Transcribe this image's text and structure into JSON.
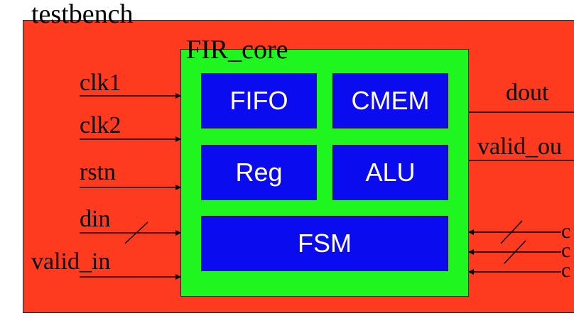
{
  "testbench": {
    "label": "testbench",
    "color": "#ff3b1f"
  },
  "core": {
    "label": "FIR_core",
    "color": "#1ff51f"
  },
  "blocks": {
    "fifo": "FIFO",
    "cmem": "CMEM",
    "reg": "Reg",
    "alu": "ALU",
    "fsm": "FSM",
    "color": "#0b0bf0"
  },
  "inputs": {
    "clk1": "clk1",
    "clk2": "clk2",
    "rstn": "rstn",
    "din": "din",
    "valid_in": "valid_in"
  },
  "outputs": {
    "dout": "dout",
    "valid_out": "valid_ou"
  },
  "right_inputs": [
    "c",
    "c",
    "c"
  ]
}
